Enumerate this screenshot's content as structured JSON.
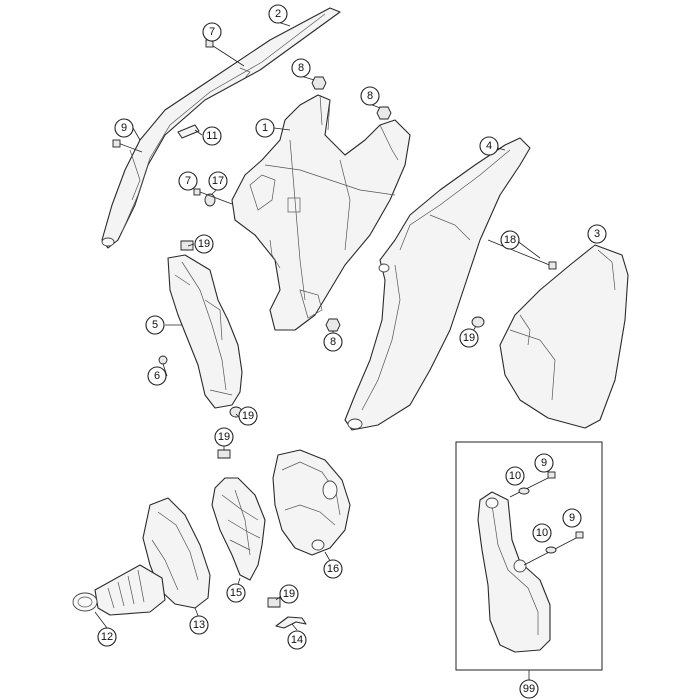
{
  "diagram": {
    "callouts": [
      {
        "id": "c2",
        "label": "2"
      },
      {
        "id": "c7a",
        "label": "7"
      },
      {
        "id": "c8a",
        "label": "8"
      },
      {
        "id": "c8b",
        "label": "8"
      },
      {
        "id": "c1",
        "label": "1"
      },
      {
        "id": "c9a",
        "label": "9"
      },
      {
        "id": "c11",
        "label": "11"
      },
      {
        "id": "c4",
        "label": "4"
      },
      {
        "id": "c7b",
        "label": "7"
      },
      {
        "id": "c17",
        "label": "17"
      },
      {
        "id": "c19a",
        "label": "19"
      },
      {
        "id": "c18",
        "label": "18"
      },
      {
        "id": "c3",
        "label": "3"
      },
      {
        "id": "c5",
        "label": "5"
      },
      {
        "id": "c8c",
        "label": "8"
      },
      {
        "id": "c19b",
        "label": "19"
      },
      {
        "id": "c6",
        "label": "6"
      },
      {
        "id": "c19c",
        "label": "19"
      },
      {
        "id": "c19d",
        "label": "19"
      },
      {
        "id": "c10a",
        "label": "10"
      },
      {
        "id": "c9b",
        "label": "9"
      },
      {
        "id": "c10b",
        "label": "10"
      },
      {
        "id": "c9c",
        "label": "9"
      },
      {
        "id": "c16",
        "label": "16"
      },
      {
        "id": "c15",
        "label": "15"
      },
      {
        "id": "c19e",
        "label": "19"
      },
      {
        "id": "c12",
        "label": "12"
      },
      {
        "id": "c13",
        "label": "13"
      },
      {
        "id": "c14",
        "label": "14"
      },
      {
        "id": "c99",
        "label": "99"
      }
    ]
  }
}
